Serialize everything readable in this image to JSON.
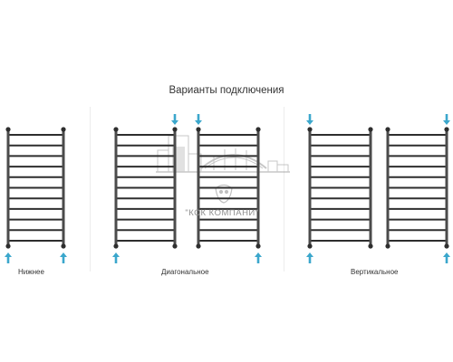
{
  "title": "Варианты подключения",
  "groups": [
    {
      "label": "Нижнее"
    },
    {
      "label": "Диагональное"
    },
    {
      "label": "Вертикальное"
    }
  ],
  "watermark": {
    "text": "\"КСК КОМПАНИ\""
  },
  "colors": {
    "rail": "#4b4b4b",
    "rung": "#2e2e2e",
    "arrow": "#3ba7cc",
    "text": "#333333",
    "watermark": "#8f8f8f"
  },
  "icons": [
    "arrow-up-icon",
    "arrow-down-icon"
  ]
}
